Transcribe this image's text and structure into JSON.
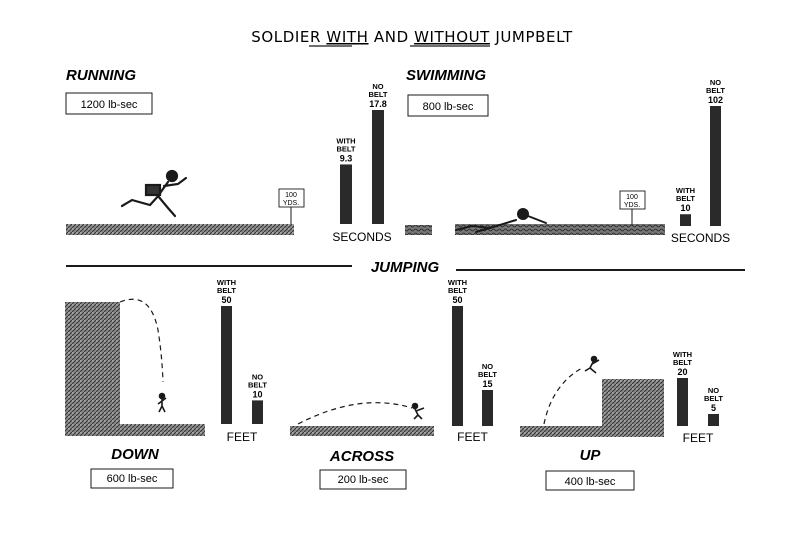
{
  "title": {
    "part1": "SOLDIER ",
    "with": "WITH",
    "part2": " AND ",
    "without": "WITHOUT",
    "part3": " JUMPBELT"
  },
  "running": {
    "heading": "RUNNING",
    "impulse": "1200 lb-sec",
    "sign": [
      "100",
      "YDS."
    ]
  },
  "swimming": {
    "heading": "SWIMMING",
    "impulse": "800 lb-sec",
    "sign": [
      "100",
      "YDS."
    ]
  },
  "jumping": {
    "heading": "JUMPING"
  },
  "down": {
    "heading": "DOWN",
    "impulse": "600 lb-sec"
  },
  "across": {
    "heading": "ACROSS",
    "impulse": "200 lb-sec"
  },
  "up": {
    "heading": "UP",
    "impulse": "400 lb-sec"
  },
  "colors": {
    "ink": "#1a1a1a",
    "hatch": "#555555",
    "paper": "#ffffff"
  },
  "chart_data": [
    {
      "type": "bar",
      "panel": "running",
      "unit": "SECONDS",
      "series": [
        {
          "name": "WITH BELT",
          "values": [
            9.3
          ]
        },
        {
          "name": "NO BELT",
          "values": [
            17.8
          ]
        }
      ]
    },
    {
      "type": "bar",
      "panel": "swimming",
      "unit": "SECONDS",
      "series": [
        {
          "name": "WITH BELT",
          "values": [
            10
          ]
        },
        {
          "name": "NO BELT",
          "values": [
            102
          ]
        }
      ]
    },
    {
      "type": "bar",
      "panel": "down",
      "unit": "FEET",
      "series": [
        {
          "name": "WITH BELT",
          "values": [
            50
          ]
        },
        {
          "name": "NO BELT",
          "values": [
            10
          ]
        }
      ]
    },
    {
      "type": "bar",
      "panel": "across",
      "unit": "FEET",
      "series": [
        {
          "name": "WITH BELT",
          "values": [
            50
          ]
        },
        {
          "name": "NO BELT",
          "values": [
            15
          ]
        }
      ]
    },
    {
      "type": "bar",
      "panel": "up",
      "unit": "FEET",
      "series": [
        {
          "name": "WITH BELT",
          "values": [
            20
          ]
        },
        {
          "name": "NO BELT",
          "values": [
            5
          ]
        }
      ]
    }
  ]
}
